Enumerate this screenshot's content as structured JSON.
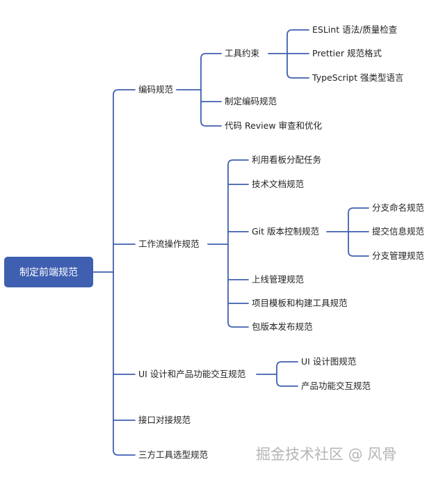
{
  "mindmap": {
    "root": "制定前端规范",
    "branches": [
      {
        "label": "编码规范",
        "children": [
          {
            "label": "工具约束",
            "children": [
              {
                "label": "ESLint 语法/质量检查"
              },
              {
                "label": "Prettier 规范格式"
              },
              {
                "label": "TypeScript 强类型语言"
              }
            ]
          },
          {
            "label": "制定编码规范"
          },
          {
            "label": "代码 Review 审查和优化"
          }
        ]
      },
      {
        "label": "工作流操作规范",
        "children": [
          {
            "label": "利用看板分配任务"
          },
          {
            "label": "技术文档规范"
          },
          {
            "label": "Git 版本控制规范",
            "children": [
              {
                "label": "分支命名规范"
              },
              {
                "label": "提交信息规范"
              },
              {
                "label": "分支管理规范"
              }
            ]
          },
          {
            "label": "上线管理规范"
          },
          {
            "label": "项目模板和构建工具规范"
          },
          {
            "label": "包版本发布规范"
          }
        ]
      },
      {
        "label": "UI 设计和产品功能交互规范",
        "children": [
          {
            "label": "UI 设计图规范"
          },
          {
            "label": "产品功能交互规范"
          }
        ]
      },
      {
        "label": "接口对接规范"
      },
      {
        "label": "三方工具选型规范"
      }
    ]
  },
  "watermark": "掘金技术社区 @ 风骨",
  "colors": {
    "root_bg": "#3f5fb0",
    "line": "#3f5fb0",
    "text": "#222222",
    "watermark": "#b5b5b5"
  }
}
